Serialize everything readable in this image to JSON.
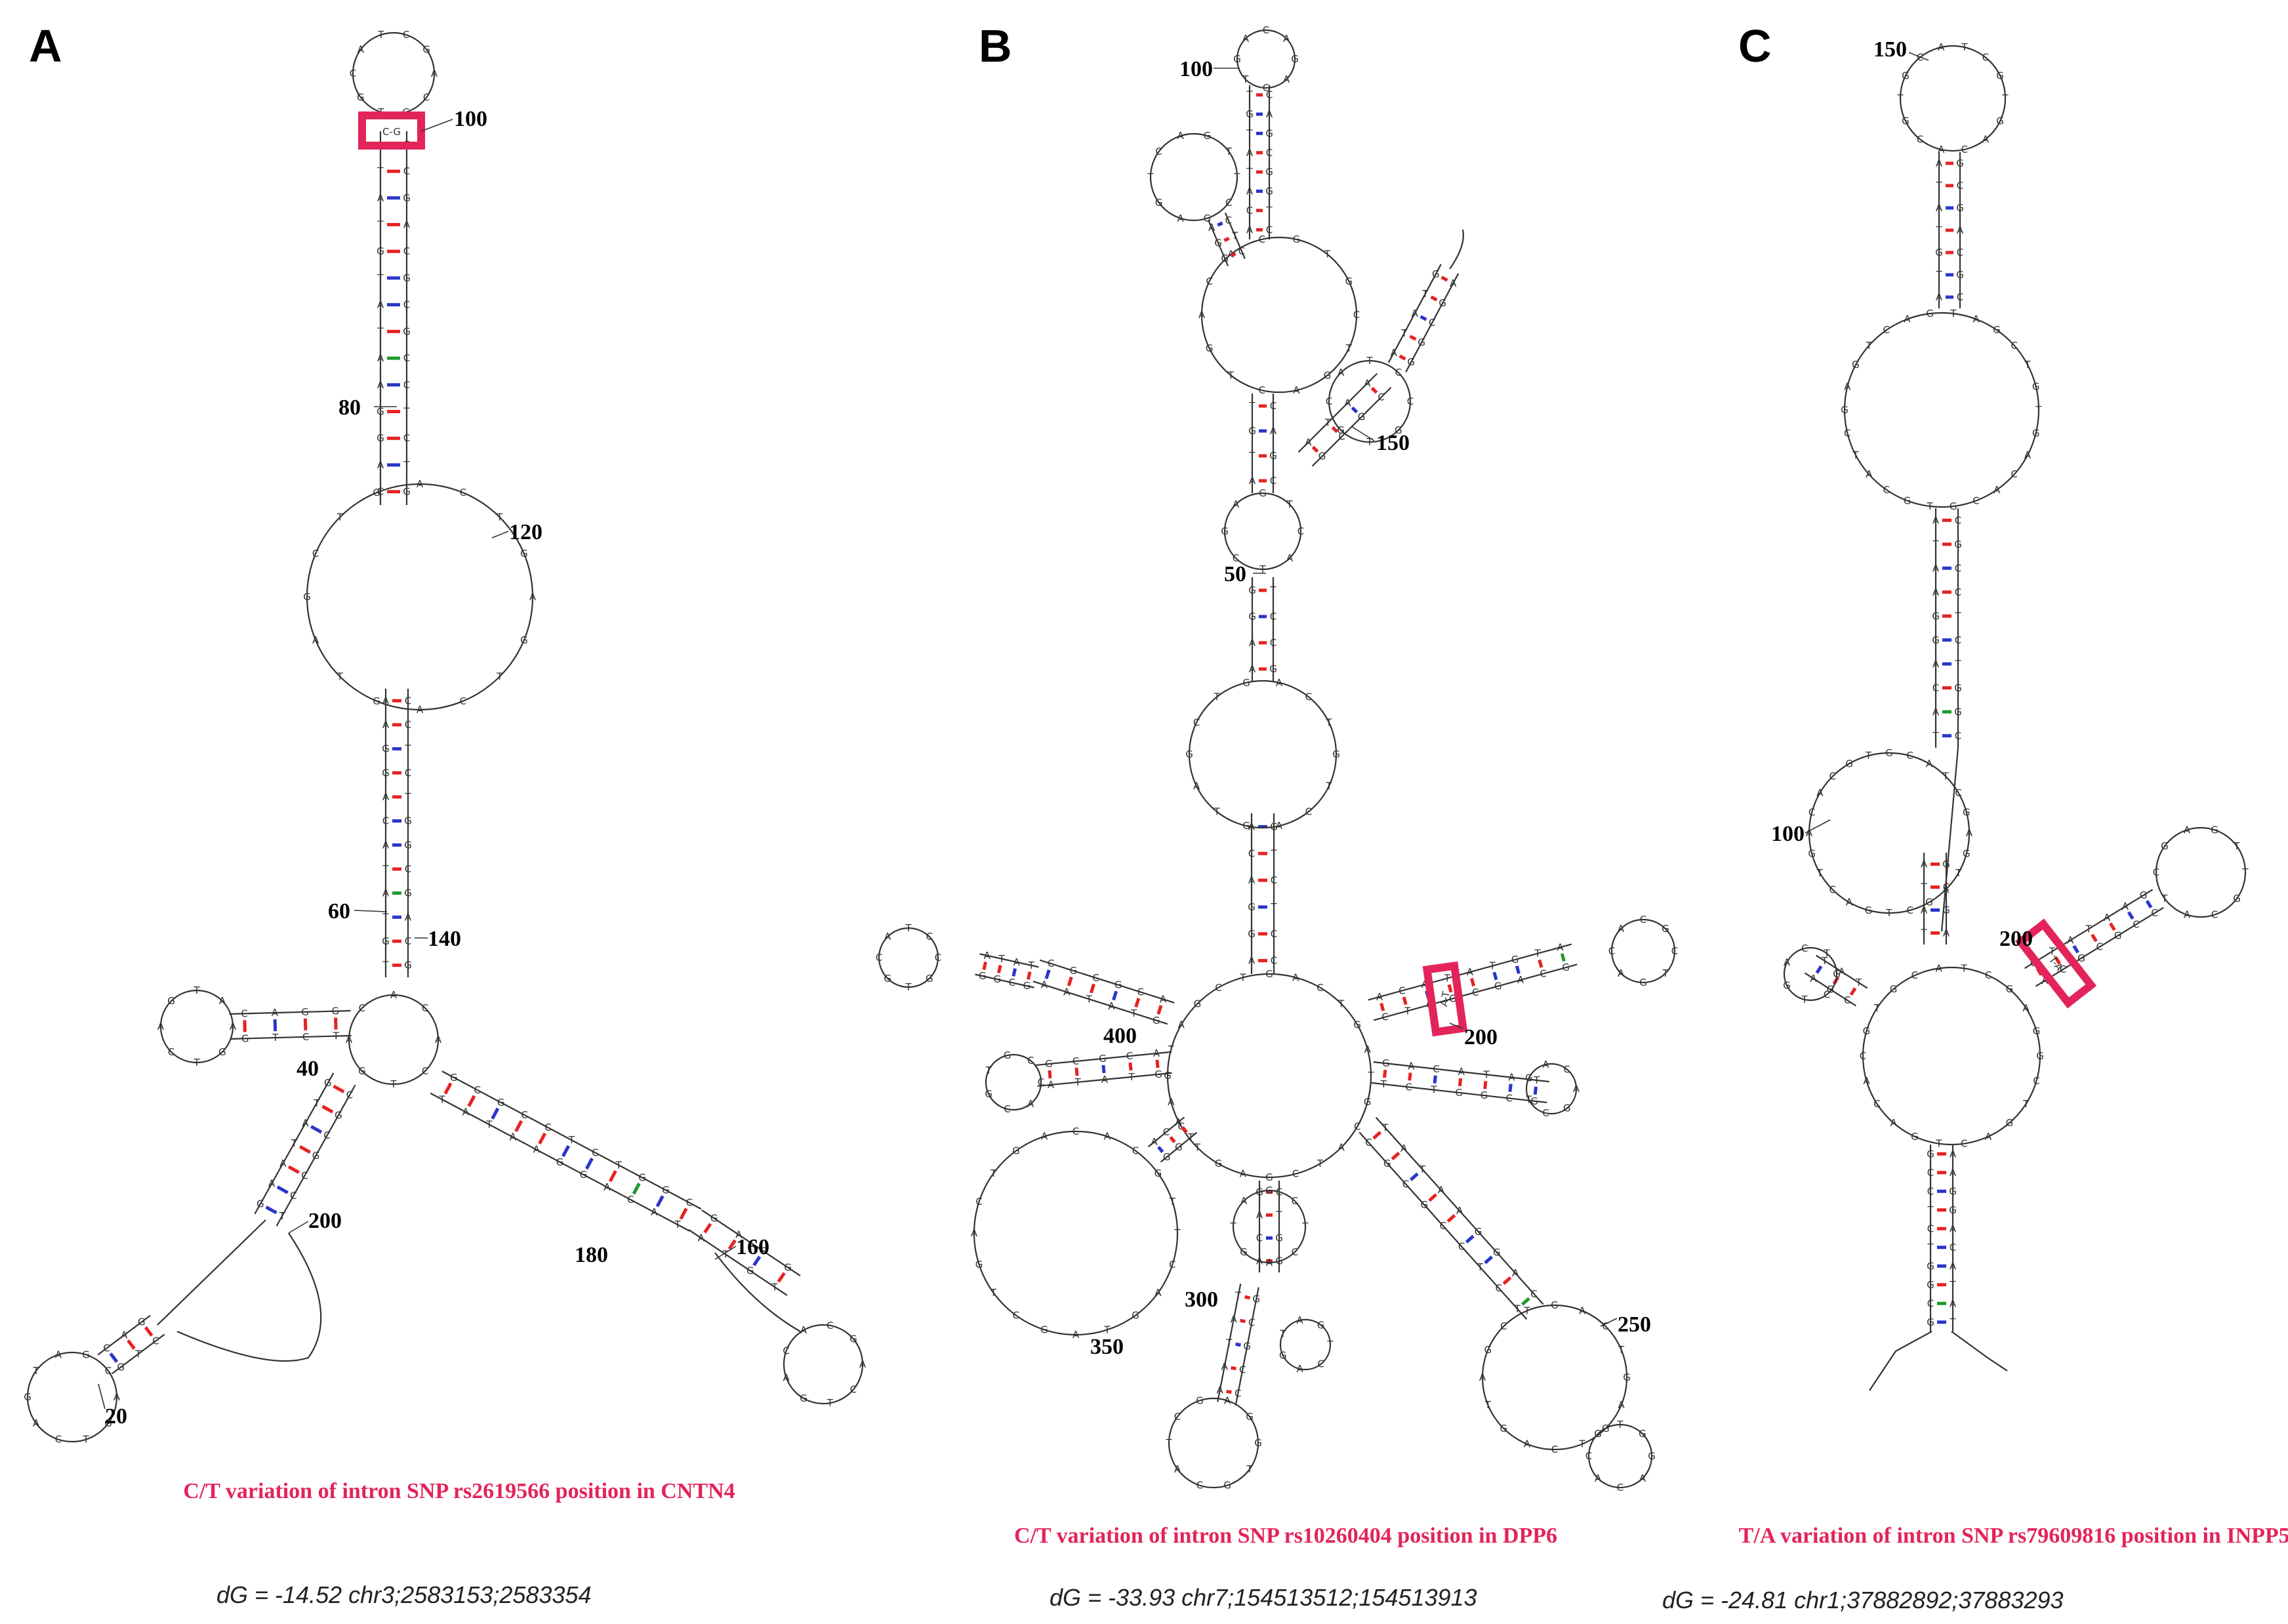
{
  "colors": {
    "highlight": "#e3245a",
    "pair_cg": "#e52222",
    "pair_at": "#2a35c8",
    "pair_gu": "#1f9a2a"
  },
  "panels": [
    {
      "letter": "A",
      "caption": "C/T variation of intron SNP rs2619566 position in CNTN4",
      "dg": "dG =  -14.52 chr3;2583153;2583354",
      "positions": [
        "100",
        "80",
        "120",
        "60",
        "140",
        "40",
        "200",
        "180",
        "160",
        "20"
      ],
      "snp_bases": "C-G"
    },
    {
      "letter": "B",
      "caption": "C/T variation of intron SNP rs10260404 position in DPP6",
      "dg": "dG =  -33.93 chr7;154513512;154513913",
      "positions": [
        "100",
        "150",
        "50",
        "400",
        "200",
        "300",
        "250",
        "350"
      ],
      "snp_bases": "A-T"
    },
    {
      "letter": "C",
      "caption": "T/A variation of intron SNP rs79609816 position in INPP5B",
      "dg": "dG =  -24.81 chr1;37882892;37883293",
      "positions": [
        "150",
        "100",
        "200"
      ],
      "snp_bases": "T-A"
    }
  ]
}
